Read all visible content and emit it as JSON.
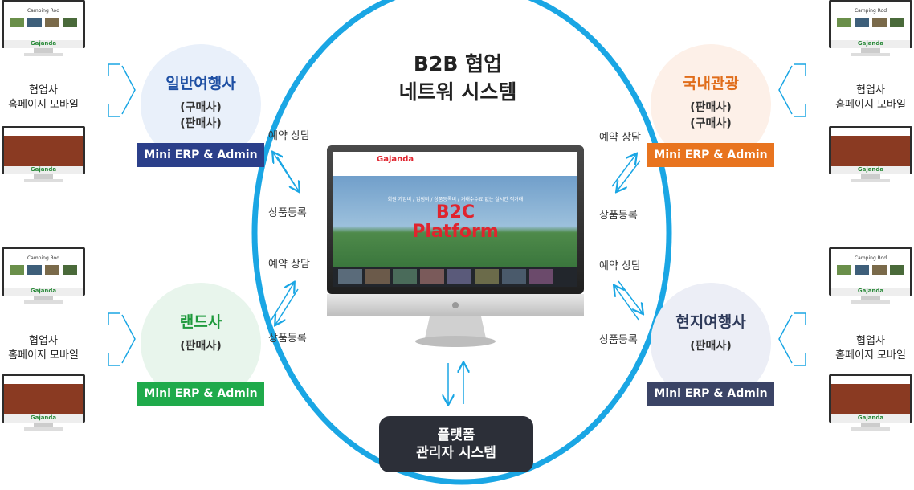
{
  "title": {
    "line1": "B2B 협업",
    "line2": "네트워 시스템"
  },
  "nodes": {
    "general": {
      "name": "일반여행사",
      "role1": "(구매사)",
      "role2": "(판매사)",
      "badge": "Mini ERP & Admin",
      "color": "#1e4fa3",
      "badge_color": "#2b3f8a"
    },
    "domestic": {
      "name": "국내관광",
      "role1": "(판매사)",
      "role2": "(구매사)",
      "badge": "Mini ERP & Admin",
      "color": "#e06d1b",
      "badge_color": "#e8741f"
    },
    "land": {
      "name": "랜드사",
      "role1": "(판매사)",
      "badge": "Mini ERP & Admin",
      "color": "#1f9a3d",
      "badge_color": "#1faa4b"
    },
    "local": {
      "name": "현지여행사",
      "role1": "(판매사)",
      "badge": "Mini ERP & Admin",
      "color": "#2e3a5a",
      "badge_color": "#3b4466"
    }
  },
  "flow_labels": {
    "consult": "예약 상담",
    "register": "상품등록"
  },
  "partner_caption": {
    "line1": "협업사",
    "line2": "홈페이지 모바일"
  },
  "monitor": {
    "logo": "Gajanda",
    "headline": "회원 가입비 / 입점비 / 상품등록비 / 거래수수료 없는 실시간 직거래",
    "overlay1": "B2C",
    "overlay2": "Platform"
  },
  "thumb_brand": "Gajanda",
  "thumb_site": "Camping Rod",
  "platform": {
    "line1": "플랫폼",
    "line2": "관리자 시스템"
  },
  "colors": {
    "ring": "#1aa6e4",
    "arrow": "#1aa6e4",
    "overlay": "#e0242e"
  }
}
